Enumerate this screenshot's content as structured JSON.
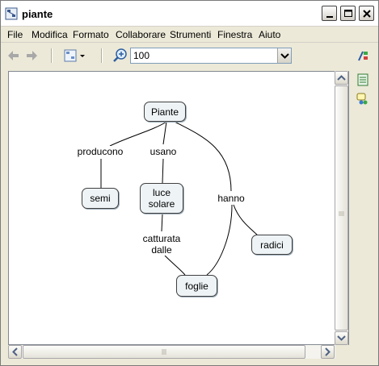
{
  "window": {
    "title": "piante"
  },
  "menu": [
    "File",
    "Modifica",
    "Formato",
    "Collaborare",
    "Strumenti",
    "Finestra",
    "Aiuto"
  ],
  "toolbar": {
    "back_icon": "back-arrow-icon",
    "forward_icon": "forward-arrow-icon",
    "view_icon": "view-options-icon",
    "zoom_icon": "zoom-in-icon",
    "zoom_value": "100"
  },
  "concept_map": {
    "nodes": {
      "piante": "Piante",
      "semi": "semi",
      "luce_solare": "luce\nsolare",
      "foglie": "foglie",
      "radici": "radici"
    },
    "links": {
      "producono": "producono",
      "usano": "usano",
      "hanno": "hanno",
      "catturata_dalle": "catturata\ndalle"
    }
  },
  "side_icons": [
    "style-palette-icon",
    "list-panel-icon",
    "collaboration-icon"
  ]
}
